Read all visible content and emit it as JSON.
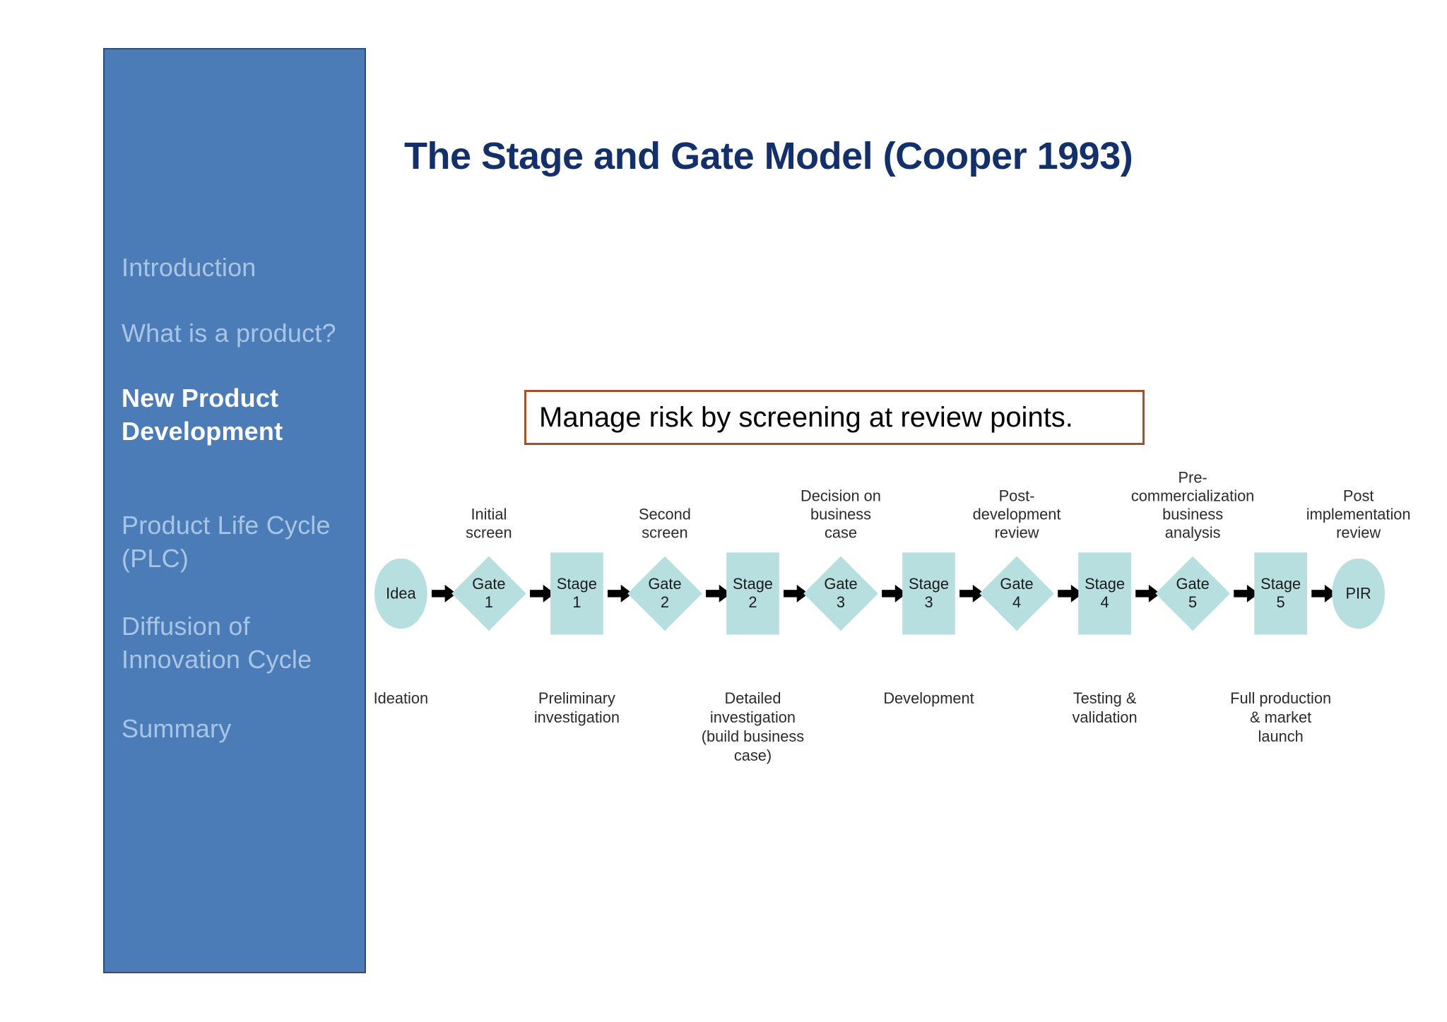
{
  "slide": {
    "title": "The Stage and Gate Model (Cooper 1993)",
    "callout": "Manage risk by screening at review points."
  },
  "sidebar": {
    "accent_color": "#4c7cb8",
    "items": [
      {
        "label": "Introduction",
        "active": false
      },
      {
        "label": "What is a product?",
        "active": false
      },
      {
        "label": "New Product Development",
        "active": true
      },
      {
        "label": "Product Life Cycle (PLC)",
        "active": false
      },
      {
        "label": "Diffusion of Innovation Cycle",
        "active": false
      },
      {
        "label": "Summary",
        "active": false
      }
    ]
  },
  "chart_data": {
    "type": "diagram",
    "title": "Stage-Gate process flow",
    "shape_fill": "#b7dfe0",
    "nodes": [
      {
        "id": "idea",
        "shape": "ellipse",
        "label": "Idea",
        "top_label": "",
        "bottom_label": "Ideation"
      },
      {
        "id": "gate1",
        "shape": "diamond",
        "label": "Gate\n1",
        "top_label": "Initial\nscreen",
        "bottom_label": ""
      },
      {
        "id": "stage1",
        "shape": "rect",
        "label": "Stage\n1",
        "top_label": "",
        "bottom_label": "Preliminary\ninvestigation"
      },
      {
        "id": "gate2",
        "shape": "diamond",
        "label": "Gate\n2",
        "top_label": "Second\nscreen",
        "bottom_label": ""
      },
      {
        "id": "stage2",
        "shape": "rect",
        "label": "Stage\n2",
        "top_label": "",
        "bottom_label": "Detailed\ninvestigation\n(build business\ncase)"
      },
      {
        "id": "gate3",
        "shape": "diamond",
        "label": "Gate\n3",
        "top_label": "Decision on\nbusiness\ncase",
        "bottom_label": ""
      },
      {
        "id": "stage3",
        "shape": "rect",
        "label": "Stage\n3",
        "top_label": "",
        "bottom_label": "Development"
      },
      {
        "id": "gate4",
        "shape": "diamond",
        "label": "Gate\n4",
        "top_label": "Post-\ndevelopment\nreview",
        "bottom_label": ""
      },
      {
        "id": "stage4",
        "shape": "rect",
        "label": "Stage\n4",
        "top_label": "",
        "bottom_label": "Testing &\nvalidation"
      },
      {
        "id": "gate5",
        "shape": "diamond",
        "label": "Gate\n5",
        "top_label": "Pre-\ncommercialization\nbusiness\nanalysis",
        "bottom_label": ""
      },
      {
        "id": "stage5",
        "shape": "rect",
        "label": "Stage\n5",
        "top_label": "",
        "bottom_label": "Full production\n& market\nlaunch"
      },
      {
        "id": "pir",
        "shape": "ellipse",
        "label": "PIR",
        "top_label": "Post\nimplementation\nreview",
        "bottom_label": ""
      }
    ]
  }
}
